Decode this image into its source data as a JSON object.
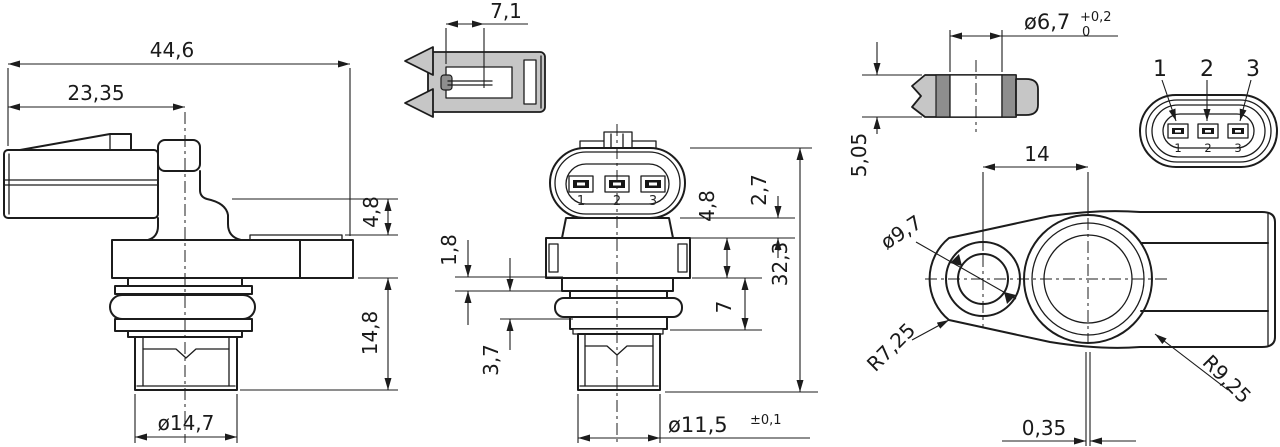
{
  "drawing": {
    "colors": {
      "line": "#1c1c1c",
      "fill_light": "#c6c6c6",
      "fill_dark": "#8e8e8e",
      "background": "#ffffff"
    },
    "views": {
      "side": {
        "dims": {
          "overall_width": "44,6",
          "axis_offset": "23,35",
          "flange_drop": "4,8",
          "tip_length": "14,8",
          "tip_diameter": "ø14,7"
        }
      },
      "connector_section": {
        "dims": {
          "terminal_depth": "7,1"
        }
      },
      "front": {
        "dims": {
          "groove_step": "1,8",
          "lower_step": "3,7",
          "collar_height": "4,8",
          "neck_height": "2,7",
          "seal_zone": "7",
          "overall_height": "32,3",
          "tip_diameter": "ø11,5",
          "tip_tolerance": "±0,1"
        },
        "pins": [
          "1",
          "2",
          "3"
        ]
      },
      "bushing_section": {
        "dims": {
          "bore_diameter": "ø6,7",
          "bore_tol_upper": "+0,2",
          "bore_tol_lower": "0",
          "height": "5,05"
        }
      },
      "connector_face": {
        "pin_labels": [
          "1",
          "2",
          "3"
        ],
        "pin_numbers": [
          "1",
          "2",
          "3"
        ]
      },
      "top": {
        "dims": {
          "center_distance": "14",
          "hole_diameter": "ø9,7",
          "lug_radius": "R7,25",
          "body_radius": "R9,25",
          "axis_offset": "0,35"
        }
      }
    }
  }
}
